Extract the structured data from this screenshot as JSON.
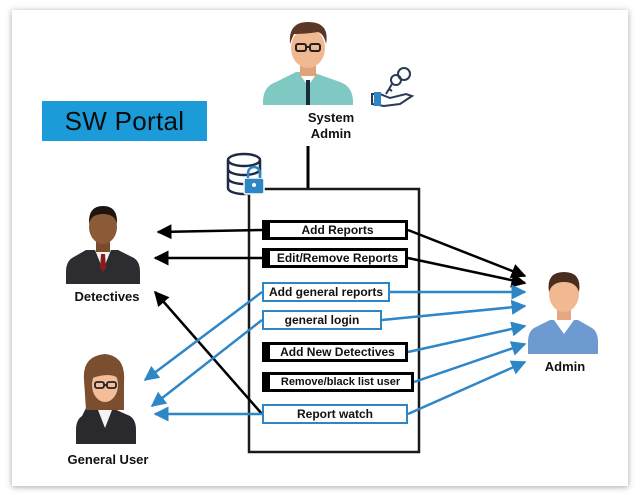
{
  "title": "SW Portal",
  "actors": {
    "system_admin": "System\nAdmin",
    "system_admin_line1": "System",
    "system_admin_line2": "Admin",
    "detectives": "Detectives",
    "general_user": "General User",
    "admin": "Admin"
  },
  "features": [
    {
      "label": "Add Reports",
      "style": "dark"
    },
    {
      "label": "Edit/Remove Reports",
      "style": "dark"
    },
    {
      "label": "Add general reports",
      "style": "blue"
    },
    {
      "label": "general login",
      "style": "blue"
    },
    {
      "label": "Add New Detectives",
      "style": "dark"
    },
    {
      "label": "Remove/black list user",
      "style": "dark"
    },
    {
      "label": "Report watch",
      "style": "blue"
    }
  ],
  "colors": {
    "title_bg": "#1b9bd7",
    "arrow_blue": "#2f86c7",
    "arrow_black": "#000000",
    "admin_shirt": "#6c9ad1"
  },
  "icons": [
    "database-lock-icon",
    "key-hand-icon"
  ]
}
